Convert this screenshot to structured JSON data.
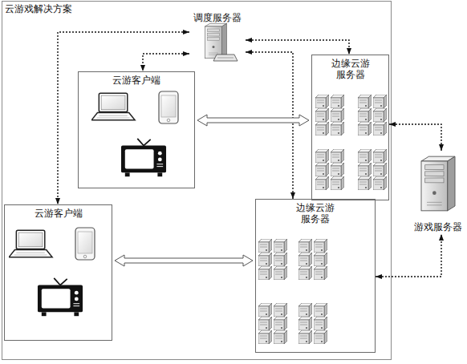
{
  "diagram": {
    "nodes": [
      {
        "text": [
          "云游戏解决方案"
        ]
      },
      {
        "text": [
          "调度服务器"
        ],
        "in": 0
      },
      {
        "text": [
          "云游客户端"
        ],
        "in": 0
      },
      {
        "text": [
          "边缘云游 服务器"
        ],
        "in": 0
      },
      {
        "text": [
          "云游客户端"
        ],
        "in": 0
      },
      {
        "text": [
          "边缘云游 服务器"
        ],
        "in": 0
      },
      {
        "text": [
          "游戏服务器"
        ]
      }
    ],
    "edges": [
      {
        "from": 1,
        "to": 2,
        "arrow": "both"
      },
      {
        "from": 1,
        "to": 4,
        "arrow": "both"
      },
      {
        "from": 1,
        "to": 3,
        "arrow": "both"
      },
      {
        "from": 1,
        "to": 5,
        "arrow": "both"
      },
      {
        "from": 2,
        "to": 3,
        "arrow": "both"
      },
      {
        "from": 4,
        "to": 5,
        "arrow": "both"
      },
      {
        "from": 3,
        "to": 6,
        "arrow": "both"
      },
      {
        "from": 5,
        "to": 6,
        "arrow": "both"
      }
    ]
  }
}
